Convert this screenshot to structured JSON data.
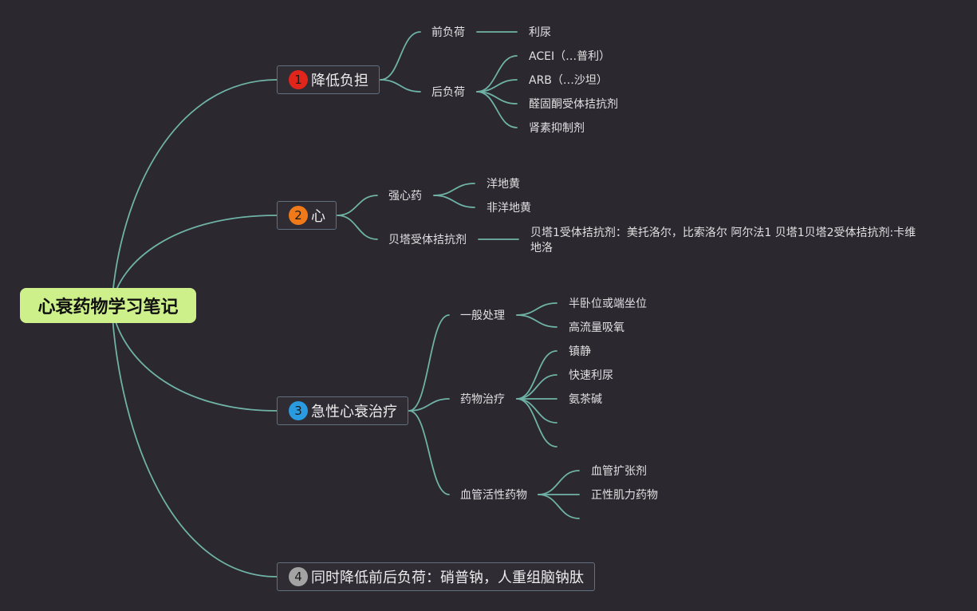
{
  "root": {
    "title": "心衰药物学习笔记"
  },
  "colors": {
    "background": "#2b2830",
    "connector": "#6fb3a6",
    "root_fill": "#cdf08a",
    "badge_1": "#e0261b",
    "badge_2": "#f07a1a",
    "badge_3": "#2a9be0",
    "badge_4": "#a3a3a3"
  },
  "branches": [
    {
      "badge": "1",
      "label": "降低负担",
      "children": [
        {
          "label": "前负荷",
          "children": [
            {
              "label": "利尿"
            }
          ]
        },
        {
          "label": "后负荷",
          "children": [
            {
              "label": "ACEI（…普利）"
            },
            {
              "label": "ARB（…沙坦）"
            },
            {
              "label": "醛固酮受体拮抗剂"
            },
            {
              "label": "肾素抑制剂"
            }
          ]
        }
      ]
    },
    {
      "badge": "2",
      "label": "心",
      "children": [
        {
          "label": "强心药",
          "children": [
            {
              "label": "洋地黄"
            },
            {
              "label": "非洋地黄"
            }
          ]
        },
        {
          "label": "贝塔受体拮抗剂",
          "children": [
            {
              "label": "贝塔1受体拮抗剂：美托洛尔，比索洛尔 阿尔法1 贝塔1贝塔2受体拮抗剂:卡维地洛"
            }
          ]
        }
      ]
    },
    {
      "badge": "3",
      "label": "急性心衰治疗",
      "children": [
        {
          "label": "一般处理",
          "children": [
            {
              "label": "半卧位或端坐位"
            },
            {
              "label": "高流量吸氧"
            }
          ]
        },
        {
          "label": "药物治疗",
          "children": [
            {
              "label": "镇静"
            },
            {
              "label": "快速利尿"
            },
            {
              "label": "氨茶碱"
            },
            {
              "label": ""
            },
            {
              "label": ""
            }
          ]
        },
        {
          "label": "血管活性药物",
          "children": [
            {
              "label": "血管扩张剂"
            },
            {
              "label": "正性肌力药物"
            },
            {
              "label": ""
            }
          ]
        }
      ]
    },
    {
      "badge": "4",
      "label": "同时降低前后负荷：硝普钠，人重组脑钠肽",
      "children": []
    }
  ]
}
